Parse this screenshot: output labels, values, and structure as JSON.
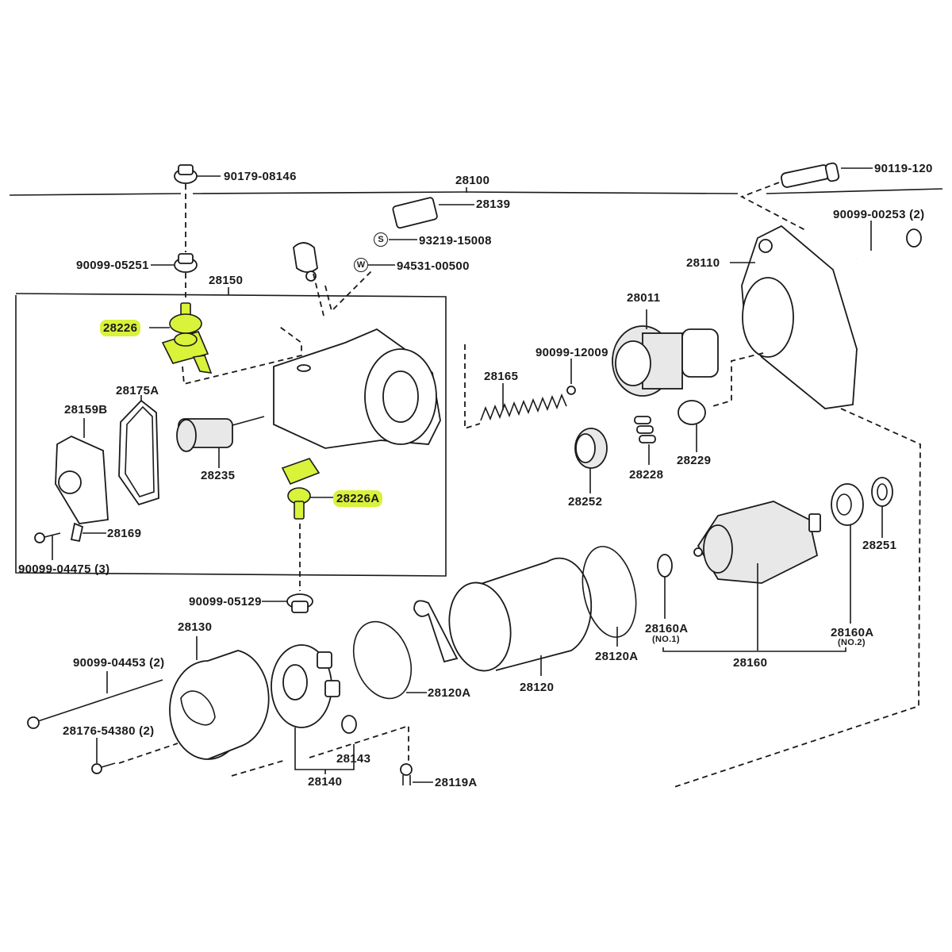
{
  "diagram": {
    "title": "Starter assembly exploded parts diagram",
    "highlight_color": "#d9f23a",
    "assembly_label": "28100",
    "sub_assembly_label": "28150",
    "symbols": {
      "s": "S",
      "w": "W"
    },
    "labels": {
      "p90179_08146": "90179-08146",
      "p28100": "28100",
      "p28139": "28139",
      "p93219_15008": "93219-15008",
      "p94531_00500": "94531-00500",
      "p90119_120": "90119-120",
      "p90099_00253": "90099-00253 (2)",
      "p90099_05251": "90099-05251",
      "p28150": "28150",
      "p28110": "28110",
      "p28011": "28011",
      "p28226": "28226",
      "p90099_12009": "90099-12009",
      "p28165": "28165",
      "p28175A": "28175A",
      "p28159B": "28159B",
      "p28235": "28235",
      "p28226A": "28226A",
      "p28229": "28229",
      "p28228": "28228",
      "p28252": "28252",
      "p28251": "28251",
      "p28169": "28169",
      "p90099_04475": "90099-04475 (3)",
      "p90099_05129": "90099-05129",
      "p28130": "28130",
      "p28160A_1": "28160A",
      "p28160A_1_note": "(NO.1)",
      "p28160A_2": "28160A",
      "p28160A_2_note": "(NO.2)",
      "p28120A_right": "28120A",
      "p28160": "28160",
      "p90099_04453": "90099-04453 (2)",
      "p28120A_left": "28120A",
      "p28120": "28120",
      "p28176_54380": "28176-54380 (2)",
      "p28143": "28143",
      "p28140": "28140",
      "p28119A": "28119A"
    },
    "highlighted_parts": [
      "28226",
      "28226A"
    ]
  }
}
